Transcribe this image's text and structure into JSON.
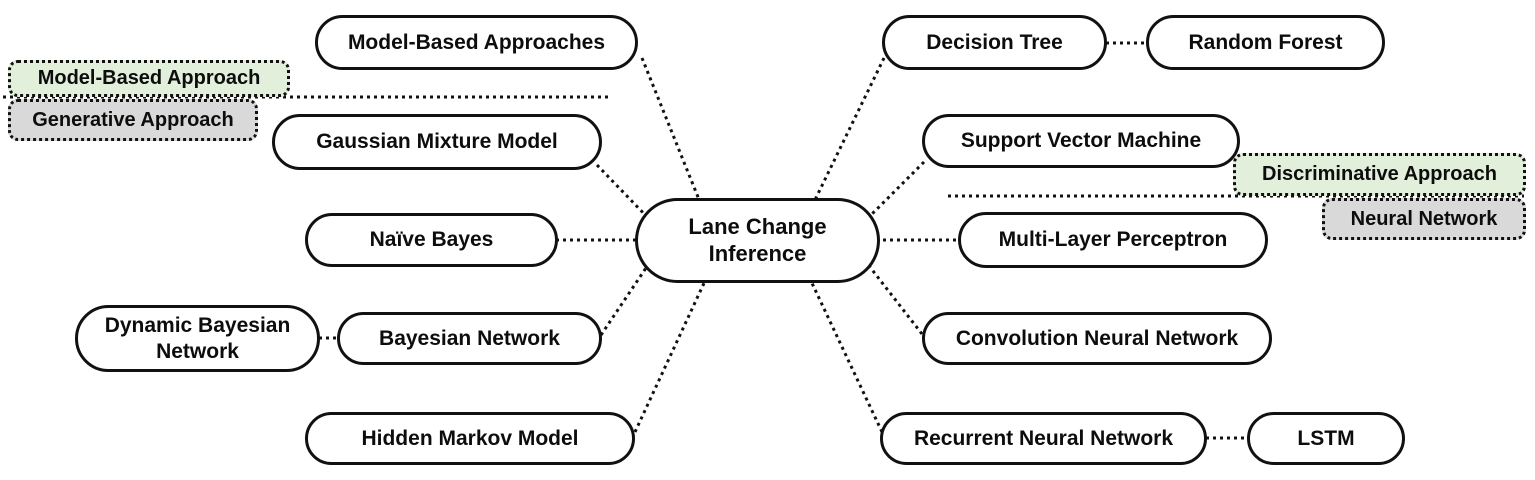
{
  "diagram_type": "mindmap",
  "center_node": {
    "label": "Lane Change Inference"
  },
  "left_branch": {
    "tags": {
      "model_based_approach": "Model-Based Approach",
      "generative_approach": "Generative Approach"
    },
    "nodes": {
      "model_based_approaches": "Model-Based Approaches",
      "gaussian_mixture_model": "Gaussian Mixture Model",
      "naive_bayes": "Naïve Bayes",
      "dynamic_bayesian_network": "Dynamic Bayesian Network",
      "bayesian_network": "Bayesian Network",
      "hidden_markov_model": "Hidden Markov Model"
    }
  },
  "right_branch": {
    "tags": {
      "discriminative_approach": "Discriminative Approach",
      "neural_network": "Neural Network"
    },
    "nodes": {
      "decision_tree": "Decision Tree",
      "random_forest": "Random Forest",
      "support_vector_machine": "Support Vector Machine",
      "multi_layer_perceptron": "Multi-Layer Perceptron",
      "convolution_neural_network": "Convolution Neural Network",
      "recurrent_neural_network": "Recurrent Neural Network",
      "lstm": "LSTM"
    }
  },
  "edges": [
    [
      "lane_change_inference",
      "model_based_approaches"
    ],
    [
      "lane_change_inference",
      "gaussian_mixture_model"
    ],
    [
      "lane_change_inference",
      "naive_bayes"
    ],
    [
      "lane_change_inference",
      "bayesian_network"
    ],
    [
      "lane_change_inference",
      "hidden_markov_model"
    ],
    [
      "lane_change_inference",
      "decision_tree"
    ],
    [
      "lane_change_inference",
      "support_vector_machine"
    ],
    [
      "lane_change_inference",
      "multi_layer_perceptron"
    ],
    [
      "lane_change_inference",
      "convolution_neural_network"
    ],
    [
      "lane_change_inference",
      "recurrent_neural_network"
    ],
    [
      "bayesian_network",
      "dynamic_bayesian_network"
    ],
    [
      "decision_tree",
      "random_forest"
    ],
    [
      "recurrent_neural_network",
      "lstm"
    ]
  ],
  "colors": {
    "tag_green": "#e2efda",
    "tag_gray": "#d9d9d9",
    "node_fill": "#ffffff",
    "line_black": "#111111",
    "background": "#ffffff"
  }
}
